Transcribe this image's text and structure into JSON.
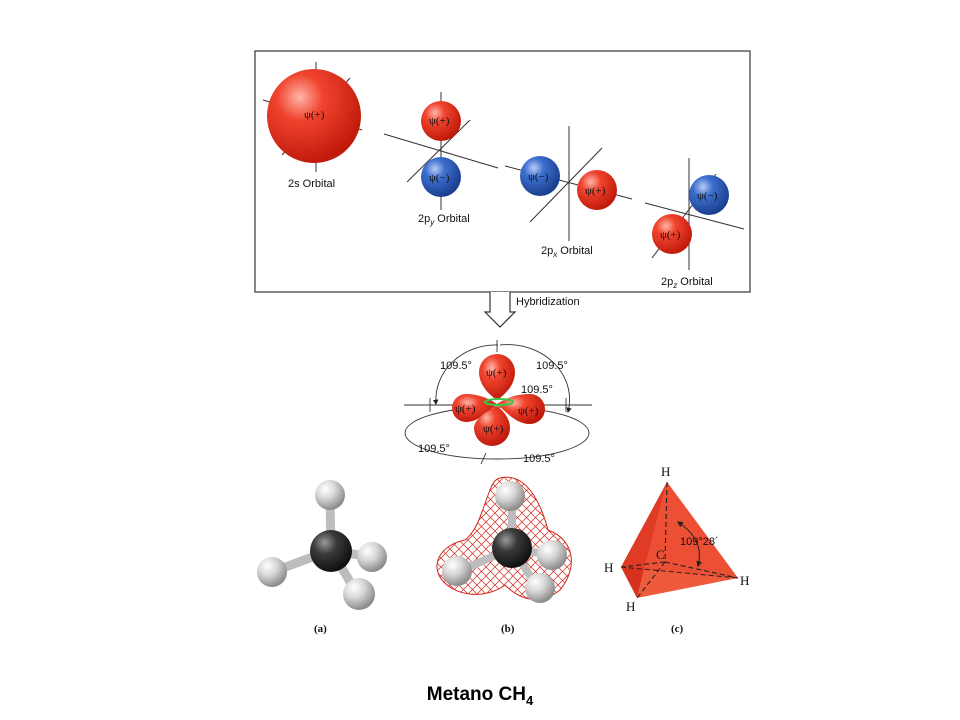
{
  "orbitals": {
    "s": {
      "psi": "ψ(+)",
      "label": "2s Orbital"
    },
    "py": {
      "psi_top": "ψ(+)",
      "psi_bottom": "ψ(−)",
      "label": "2py Orbital"
    },
    "px": {
      "psi_left": "ψ(−)",
      "psi_right": "ψ(+)",
      "label": "2px Orbital"
    },
    "pz": {
      "psi_top": "ψ(−)",
      "psi_bottom": "ψ(+)",
      "label": "2pz Orbital"
    }
  },
  "arrow_label": "Hybridization",
  "sp3": {
    "lobe_label": "ψ(+)",
    "angle_top_left": "109.5°",
    "angle_top_right": "109.5°",
    "angle_center": "109.5°",
    "angle_bottom_left": "109.5°",
    "angle_bottom_right": "109.5°"
  },
  "models": {
    "a_label": "(a)",
    "b_label": "(b)",
    "c_label": "(c)",
    "tetra_angle": "109°28´",
    "atom_C": "C",
    "atom_H": "H"
  },
  "caption": {
    "text": "Metano CH",
    "subscript": "4"
  },
  "colors": {
    "red_orbital": "#e8321e",
    "blue_orbital": "#2f5fbf",
    "carbon": "#3a3a3a",
    "hydrogen": "#d9d9d9",
    "mesh": "#d0261c"
  }
}
